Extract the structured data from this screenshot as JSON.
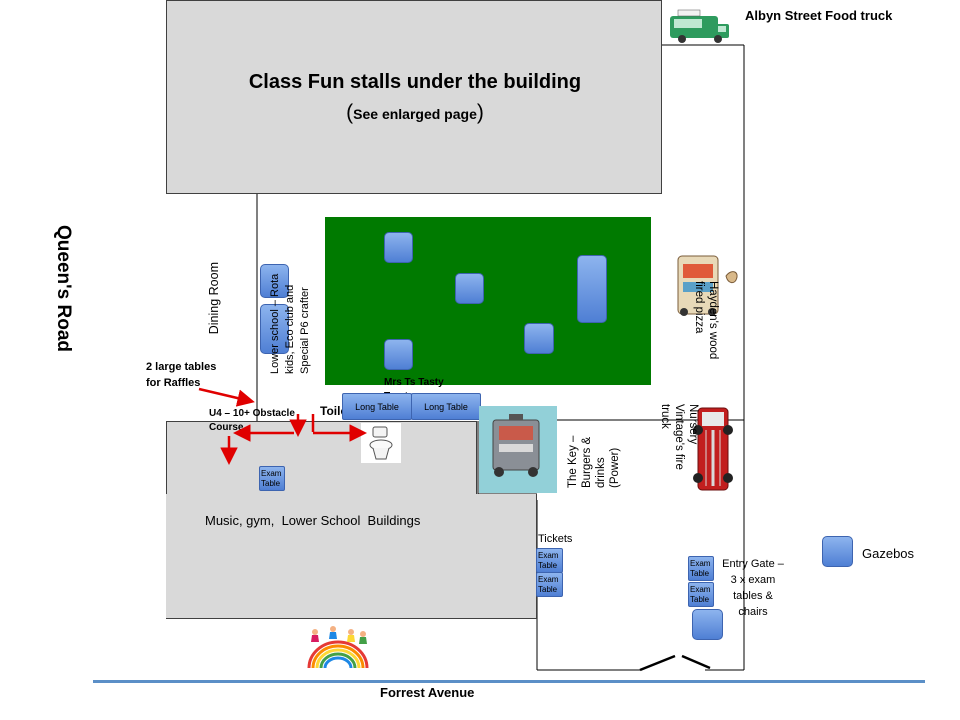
{
  "roads": {
    "queens_road": "Queen's Road",
    "forrest_avenue": "Forrest Avenue"
  },
  "top_building": {
    "title": "Class Fun stalls under the building",
    "subtitle_open": "(",
    "subtitle": "See enlarged page",
    "subtitle_close": ")"
  },
  "food_truck_label": "Albyn Street Food truck",
  "dining_room": "Dining Room",
  "lower_school_stall": "Lower school – Rota kids, Eco club and Special P6 crafter",
  "raffles_note": "2 large tables for Raffles",
  "obstacle_course": "U4 – 10+ Obstacle Course",
  "toilet": "Toilet",
  "mrs_ts": "Mrs Ts Tasty Treats",
  "long_tables": [
    "Long Table",
    "Long Table"
  ],
  "exam_table": "Exam Table",
  "lower_buildings": "Music, gym,  Lower School  Buildings",
  "the_key": "The Key – Burgers & drinks (Power)",
  "pizza": "Hayden's wood fired pizza",
  "fire_truck": "Nursery Vintage's fire truck",
  "tickets": "Tickets",
  "entry_gate": "Entry Gate – 3 x exam tables & chairs",
  "legend_gazebos": "Gazebos",
  "colors": {
    "grass": "#007a00",
    "building": "#d9d9d9",
    "gazebo": "#4f7fd4",
    "arrow": "#e00000",
    "road_line": "#5b8fc7",
    "key_bg": "#92d0d8"
  }
}
